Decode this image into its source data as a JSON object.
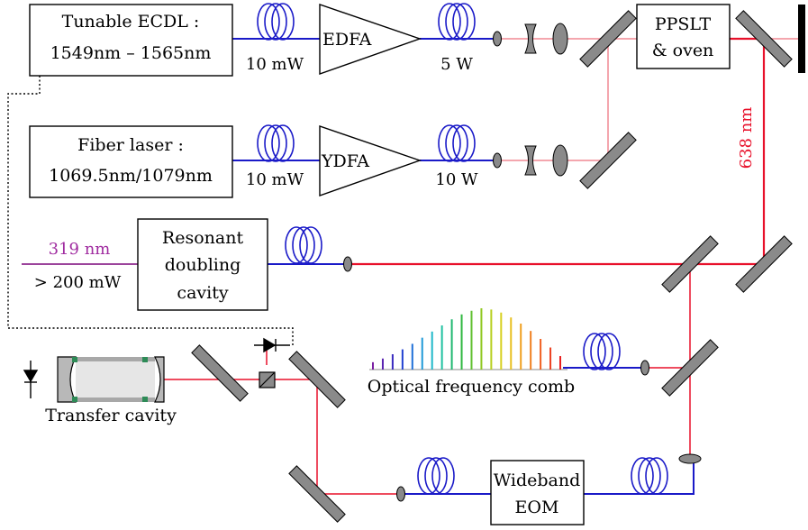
{
  "boxes": {
    "ecdl": {
      "line1": "Tunable ECDL :",
      "line2": "1549nm – 1565nm"
    },
    "fiber_laser": {
      "line1": "Fiber laser :",
      "line2": "1069.5nm/1079nm"
    },
    "edfa": "EDFA",
    "ydfa": "YDFA",
    "ppslt": {
      "line1": "PPSLT",
      "line2": "& oven"
    },
    "resonant": {
      "line1": "Resonant",
      "line2": "doubling",
      "line3": "cavity"
    },
    "eom": {
      "line1": "Wideband",
      "line2": "EOM"
    }
  },
  "labels": {
    "edfa_in_power": "10 mW",
    "edfa_out_power": "5 W",
    "ydfa_in_power": "10 mW",
    "ydfa_out_power": "10 W",
    "red_wavelength": "638 nm",
    "uv_wavelength": "319 nm",
    "uv_power": "> 200 mW",
    "comb": "Optical frequency comb",
    "transfer_cavity": "Transfer cavity"
  },
  "colors": {
    "fiber": "#1a1ac8",
    "ir_beam": "#f4a6ae",
    "red_beam": "#e8102a",
    "red_label": "#e8102a",
    "uv_beam": "#8e2a8e",
    "uv_label": "#a02ca0",
    "optic_gray": "#8a8a8a",
    "cavity_mirror": "#b8b8b8",
    "cavity_seal": "#2e8b57"
  },
  "comb_spectrum": [
    "#7a1fa2",
    "#5a22b0",
    "#3a2bc0",
    "#2040d0",
    "#1f6fd8",
    "#1f9ad8",
    "#1fb8c8",
    "#1fc0a0",
    "#1fb870",
    "#30b840",
    "#60c030",
    "#90c820",
    "#b8d020",
    "#d8d020",
    "#e8c020",
    "#f0a020",
    "#f08020",
    "#f06020",
    "#ec4020",
    "#e82020"
  ],
  "comb_levels": [
    0.12,
    0.18,
    0.25,
    0.33,
    0.42,
    0.52,
    0.62,
    0.72,
    0.82,
    0.9,
    0.96,
    1.0,
    0.98,
    0.93,
    0.85,
    0.75,
    0.63,
    0.5,
    0.36,
    0.22
  ]
}
